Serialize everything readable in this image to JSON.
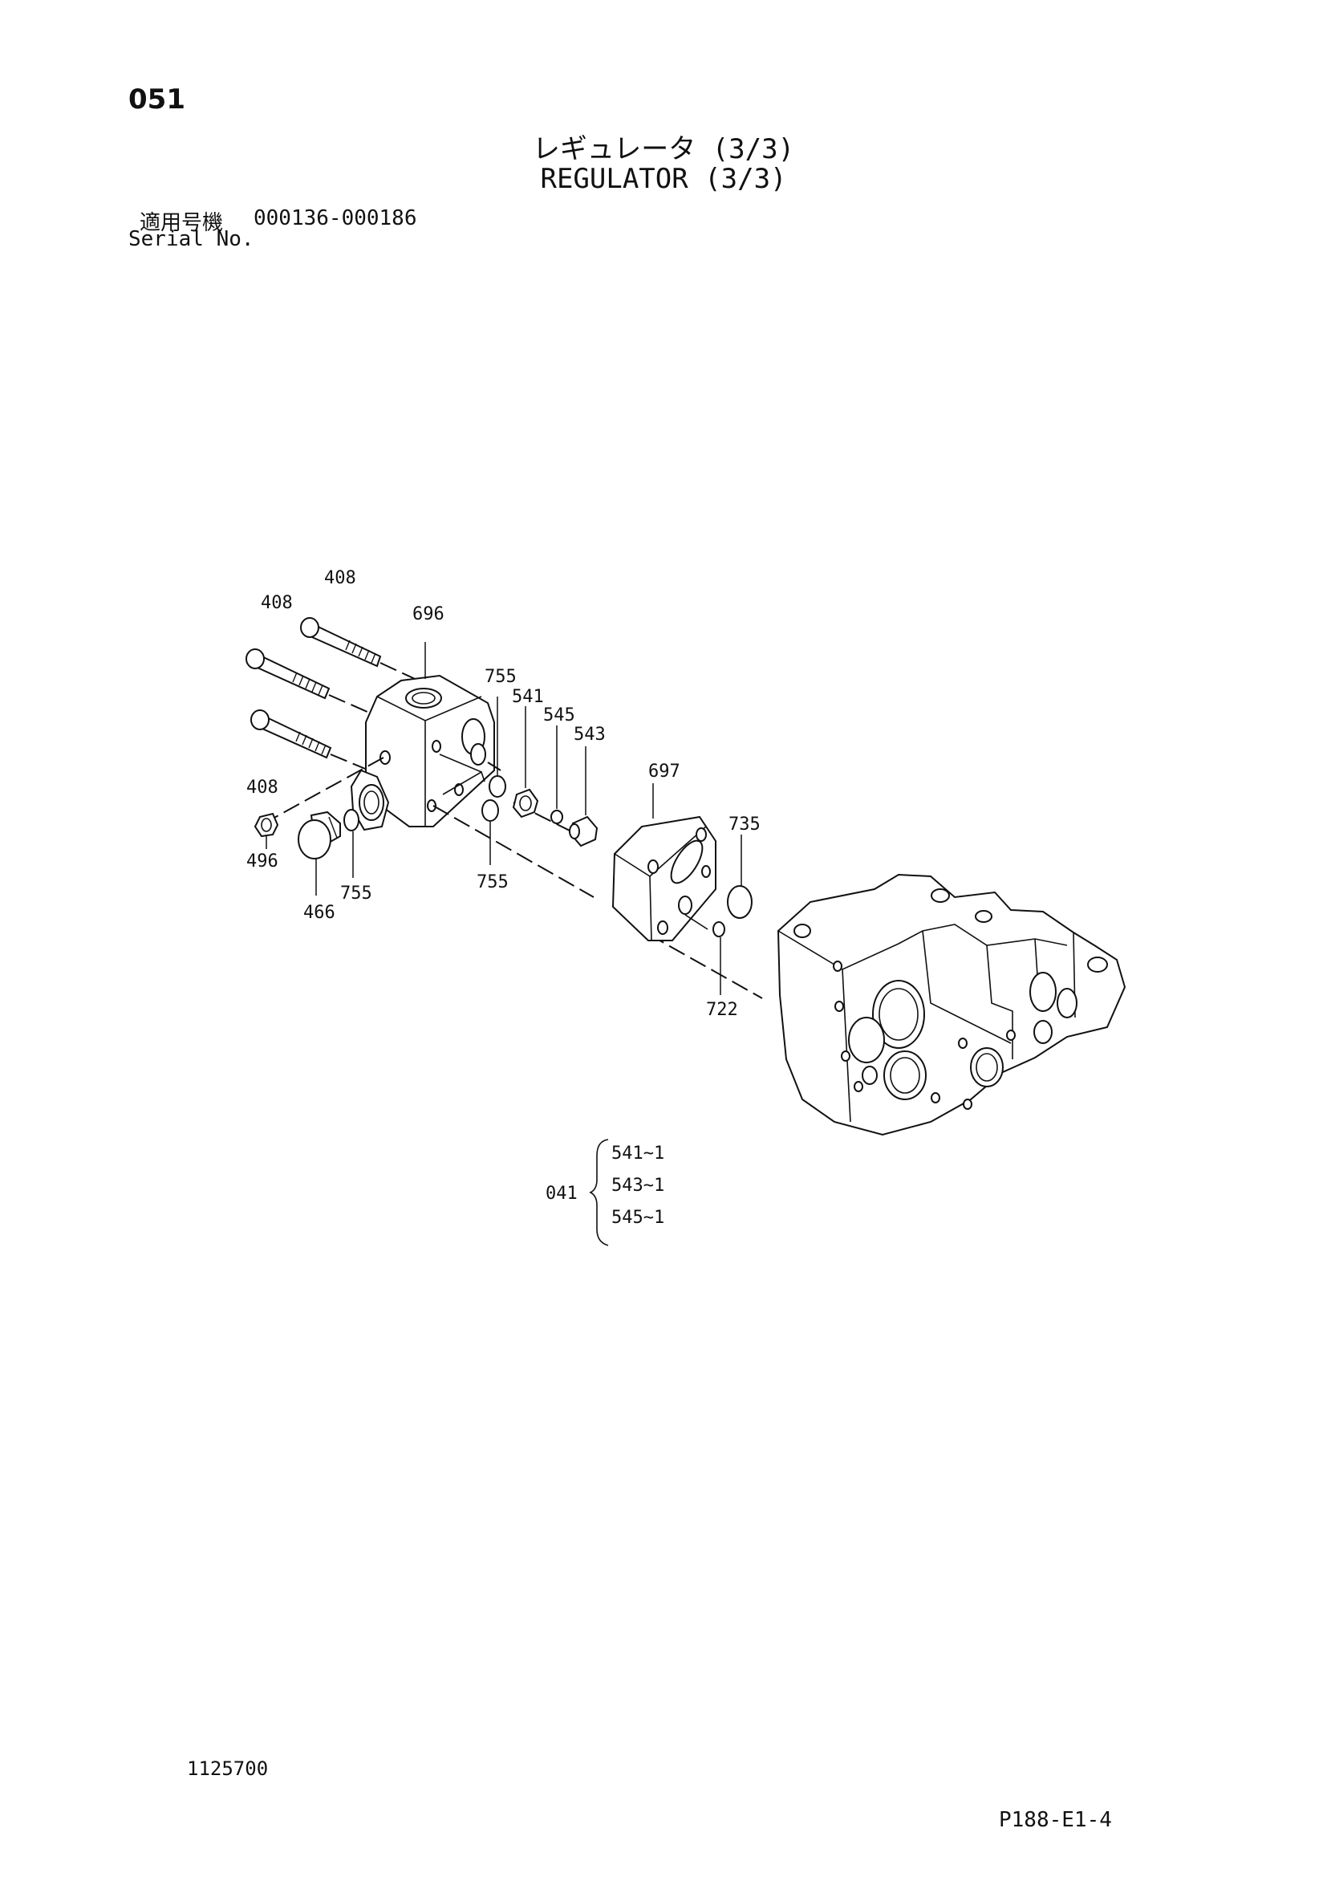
{
  "page": {
    "number": "051",
    "drawing_number": "1125700",
    "page_code": "P188-E1-4"
  },
  "title": {
    "japanese": "レギュレータ (3/3)",
    "english": "REGULATOR (3/3)"
  },
  "serial": {
    "label_japanese": "適用号機",
    "range": "000136-000186",
    "label_english": "Serial No."
  },
  "callouts": {
    "c408_top": "408",
    "c408_mid": "408",
    "c408_low": "408",
    "c696": "696",
    "c755_top": "755",
    "c541": "541",
    "c545": "545",
    "c543": "543",
    "c697": "697",
    "c735": "735",
    "c496": "496",
    "c466": "466",
    "c755_left": "755",
    "c755_center": "755",
    "c722": "722"
  },
  "kit": {
    "number": "041",
    "items": [
      "541~1",
      "543~1",
      "545~1"
    ]
  }
}
